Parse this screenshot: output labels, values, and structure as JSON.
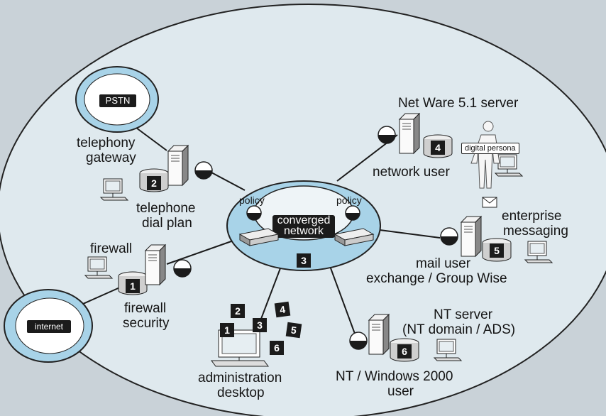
{
  "colors": {
    "oval": "#dfe9ee",
    "blue": "#a8d3e8",
    "dark": "#1b1b1b",
    "bg": "#c9d2d8"
  },
  "clouds": {
    "pstn": "PSTN",
    "internet": "internet"
  },
  "hub": {
    "policy_left": "policy",
    "policy_right": "policy",
    "label_line1": "converged",
    "label_line2": "network",
    "number": "3"
  },
  "nodes": {
    "telephony": {
      "label_line1": "telephony",
      "label_line2": "gateway",
      "caption_line1": "telephone",
      "caption_line2": "dial plan",
      "number": "2"
    },
    "firewall": {
      "label": "firewall",
      "caption_line1": "firewall",
      "caption_line2": "security",
      "number": "1"
    },
    "netware": {
      "label": "Net Ware 5.1 server",
      "caption": "network user",
      "number": "4",
      "badge": "digital persona"
    },
    "mail": {
      "label_line1": "enterprise",
      "label_line2": "messaging",
      "caption_line1": "mail user",
      "caption_line2": "exchange / Group Wise",
      "number": "5"
    },
    "nt": {
      "label_line1": "NT server",
      "label_line2": "(NT domain / ADS)",
      "caption_line1": "NT / Windows 2000",
      "caption_line2": "user",
      "number": "6"
    },
    "admin": {
      "caption_line1": "administration",
      "caption_line2": "desktop",
      "numbers": [
        "2",
        "4",
        "1",
        "3",
        "5",
        "6"
      ]
    }
  },
  "icons": [
    "server-icon",
    "database-icon",
    "computer-icon",
    "policy-icon",
    "switch-icon",
    "envelope-icon",
    "person-icon"
  ]
}
